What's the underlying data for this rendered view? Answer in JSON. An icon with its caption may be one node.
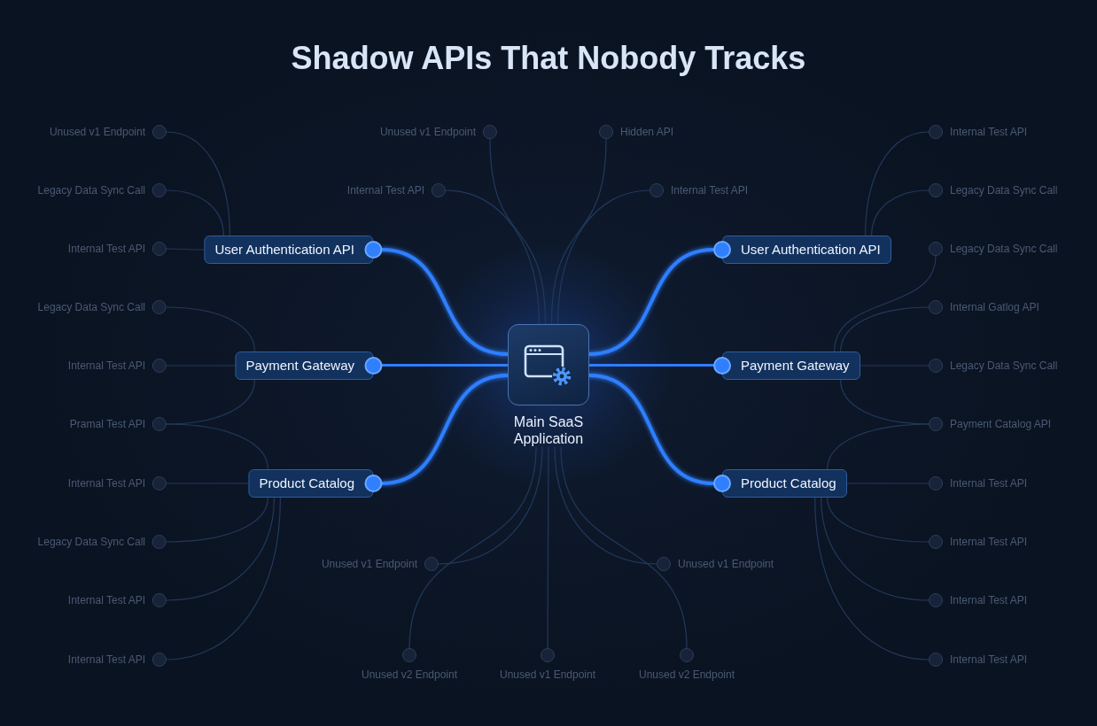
{
  "diagram": {
    "title": "Shadow APIs That Nobody Tracks",
    "nodes": [
      {
        "text": [
          "Unused v1 Endpoint"
        ]
      },
      {
        "text": [
          "Unused v1 Endpoint"
        ]
      },
      {
        "text": [
          "Hidden API"
        ]
      },
      {
        "text": [
          "Internal Test API"
        ]
      },
      {
        "text": [
          "Legacy Data Sync Call"
        ]
      },
      {
        "text": [
          "Internal Test API"
        ]
      },
      {
        "text": [
          "Internal Test API"
        ]
      },
      {
        "text": [
          "Legacy Data Sync Call"
        ]
      },
      {
        "text": [
          "Internal Test API"
        ]
      },
      {
        "text": [
          "User Authentication API"
        ]
      },
      {
        "text": [
          "User Authentication API"
        ]
      },
      {
        "text": [
          "Legacy Data Sync Call"
        ]
      },
      {
        "text": [
          "Legacy Data Sync Call"
        ]
      },
      {
        "text": [
          "Internal Gatlog API"
        ]
      },
      {
        "text": [
          "Internal Test API"
        ]
      },
      {
        "text": [
          "Payment Gateway"
        ]
      },
      {
        "text": [
          "Main SaaS Application"
        ]
      },
      {
        "text": [
          "Payment Gateway"
        ]
      },
      {
        "text": [
          "Legacy Data Sync Call"
        ]
      },
      {
        "text": [
          "Pramal Test API"
        ]
      },
      {
        "text": [
          "Payment Catalog API"
        ]
      },
      {
        "text": [
          "Internal Test API"
        ]
      },
      {
        "text": [
          "Product Catalog"
        ]
      },
      {
        "text": [
          "Product Catalog"
        ]
      },
      {
        "text": [
          "Internal Test API"
        ]
      },
      {
        "text": [
          "Legacy Data Sync Call"
        ]
      },
      {
        "text": [
          "Unused v1 Endpoint"
        ]
      },
      {
        "text": [
          "Unused v1 Endpoint"
        ]
      },
      {
        "text": [
          "Internal Test API"
        ]
      },
      {
        "text": [
          "Internal Test API"
        ]
      },
      {
        "text": [
          "Internal Test API"
        ]
      },
      {
        "text": [
          "Unused v2 Endpoint"
        ]
      },
      {
        "text": [
          "Unused v1 Endpoint"
        ]
      },
      {
        "text": [
          "Unused v2 Endpoint"
        ]
      },
      {
        "text": [
          "Internal Test API"
        ]
      },
      {
        "text": [
          "Internal Test API"
        ]
      }
    ],
    "edges": [
      {
        "from": 0,
        "to": 9,
        "arrow": "none"
      },
      {
        "from": 4,
        "to": 9,
        "arrow": "none"
      },
      {
        "from": 8,
        "to": 9,
        "arrow": "none"
      },
      {
        "from": 12,
        "to": 15,
        "arrow": "none"
      },
      {
        "from": 14,
        "to": 15,
        "arrow": "none"
      },
      {
        "from": 19,
        "to": 15,
        "arrow": "none"
      },
      {
        "from": 19,
        "to": 22,
        "arrow": "none"
      },
      {
        "from": 21,
        "to": 22,
        "arrow": "none"
      },
      {
        "from": 25,
        "to": 22,
        "arrow": "none"
      },
      {
        "from": 29,
        "to": 22,
        "arrow": "none"
      },
      {
        "from": 34,
        "to": 22,
        "arrow": "none"
      },
      {
        "from": 3,
        "to": 10,
        "arrow": "none"
      },
      {
        "from": 7,
        "to": 10,
        "arrow": "none"
      },
      {
        "from": 11,
        "to": 17,
        "arrow": "none"
      },
      {
        "from": 13,
        "to": 17,
        "arrow": "none"
      },
      {
        "from": 18,
        "to": 17,
        "arrow": "none"
      },
      {
        "from": 20,
        "to": 17,
        "arrow": "none"
      },
      {
        "from": 20,
        "to": 23,
        "arrow": "none"
      },
      {
        "from": 24,
        "to": 23,
        "arrow": "none"
      },
      {
        "from": 28,
        "to": 23,
        "arrow": "none"
      },
      {
        "from": 30,
        "to": 23,
        "arrow": "none"
      },
      {
        "from": 35,
        "to": 23,
        "arrow": "none"
      },
      {
        "from": 1,
        "to": 16,
        "arrow": "none"
      },
      {
        "from": 2,
        "to": 16,
        "arrow": "none"
      },
      {
        "from": 5,
        "to": 16,
        "arrow": "none"
      },
      {
        "from": 6,
        "to": 16,
        "arrow": "none"
      },
      {
        "from": 26,
        "to": 16,
        "arrow": "none"
      },
      {
        "from": 27,
        "to": 16,
        "arrow": "none"
      },
      {
        "from": 31,
        "to": 16,
        "arrow": "none"
      },
      {
        "from": 32,
        "to": 16,
        "arrow": "none"
      },
      {
        "from": 33,
        "to": 16,
        "arrow": "none"
      },
      {
        "from": 9,
        "to": 16,
        "arrow": "none",
        "style": "thick",
        "color": "#2f7fff"
      },
      {
        "from": 15,
        "to": 16,
        "arrow": "none",
        "style": "thick",
        "color": "#2f7fff"
      },
      {
        "from": 22,
        "to": 16,
        "arrow": "none",
        "style": "thick",
        "color": "#2f7fff"
      },
      {
        "from": 10,
        "to": 16,
        "arrow": "none",
        "style": "thick",
        "color": "#2f7fff"
      },
      {
        "from": 17,
        "to": 16,
        "arrow": "none",
        "style": "thick",
        "color": "#2f7fff"
      },
      {
        "from": 23,
        "to": 16,
        "arrow": "none",
        "style": "thick",
        "color": "#2f7fff"
      }
    ]
  }
}
